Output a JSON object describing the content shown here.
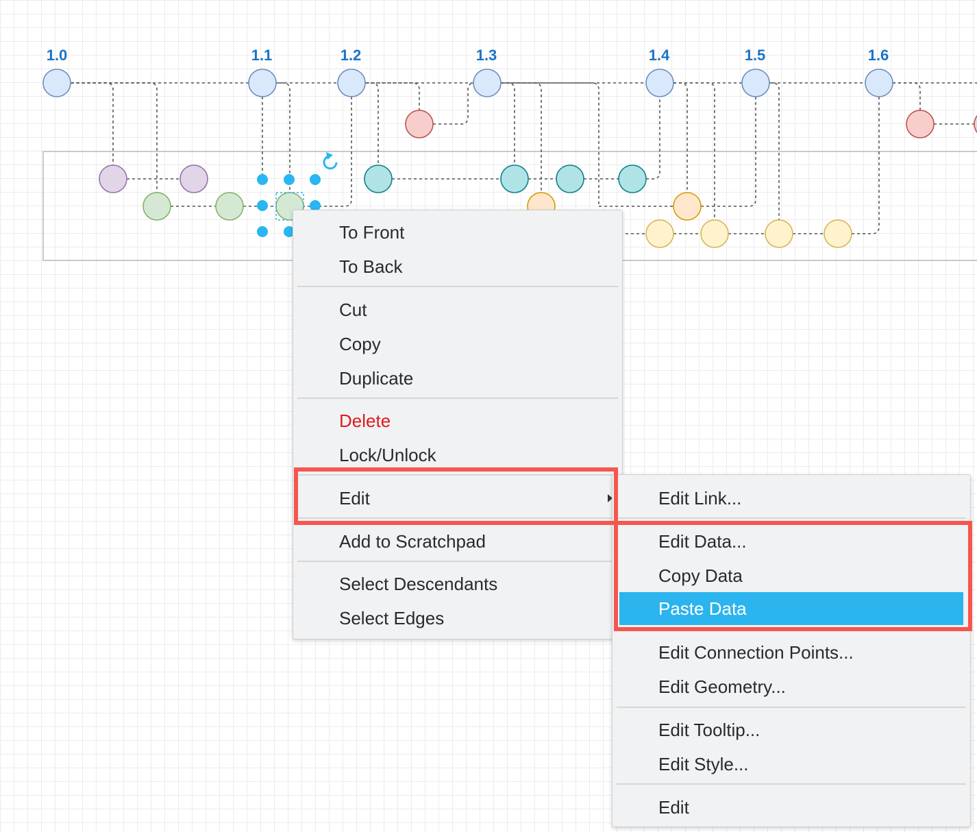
{
  "canvas": {
    "version_labels": [
      "1.0",
      "1.1",
      "1.2",
      "1.3",
      "1.4",
      "1.5",
      "1.6"
    ],
    "colors": {
      "grid": "#ececec",
      "blue_fill": "#dae8fc",
      "blue_stroke": "#6c8ebf",
      "red_fill": "#f8cecc",
      "red_stroke": "#b85450",
      "purple_fill": "#e1d5e7",
      "purple_stroke": "#9673a6",
      "green_fill": "#d5e8d4",
      "green_stroke": "#82b366",
      "teal_fill": "#b0e3e6",
      "teal_stroke": "#0e8088",
      "orange_fill": "#ffe6cc",
      "orange_stroke": "#d79b00",
      "yellow_fill": "#fff2cc",
      "yellow_stroke": "#d6b656",
      "selection_handle": "#29b6f2"
    }
  },
  "context_menu": {
    "items": [
      {
        "label": "To Front"
      },
      {
        "label": "To Back"
      },
      {
        "label": "Cut"
      },
      {
        "label": "Copy"
      },
      {
        "label": "Duplicate"
      },
      {
        "label": "Delete",
        "color": "#e0191c"
      },
      {
        "label": "Lock/Unlock"
      },
      {
        "label": "Edit",
        "has_submenu": true,
        "highlighted": true
      },
      {
        "label": "Add to Scratchpad"
      },
      {
        "label": "Select Descendants"
      },
      {
        "label": "Select Edges"
      }
    ]
  },
  "submenu": {
    "items": [
      {
        "label": "Edit Link..."
      },
      {
        "label": "Edit Data..."
      },
      {
        "label": "Copy Data"
      },
      {
        "label": "Paste Data",
        "active": true
      },
      {
        "label": "Edit Connection Points..."
      },
      {
        "label": "Edit Geometry..."
      },
      {
        "label": "Edit Tooltip..."
      },
      {
        "label": "Edit Style..."
      },
      {
        "label": "Edit"
      }
    ]
  },
  "highlight_color": "#f5564e",
  "active_item_color": "#2bb4ee"
}
